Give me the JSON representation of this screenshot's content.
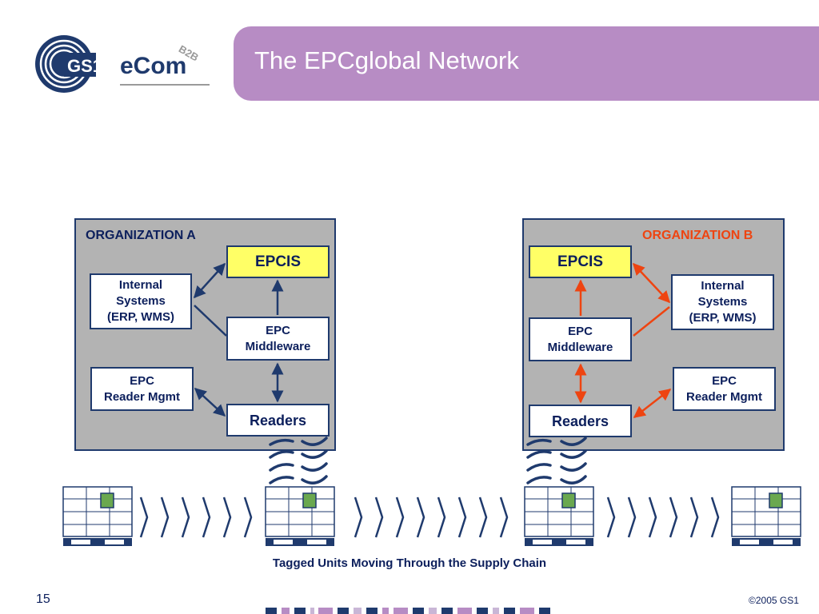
{
  "header": {
    "logo_gs1": "GS1",
    "logo_ecom": "eCom",
    "logo_b2b": "B2B",
    "title": "The EPCglobal Network"
  },
  "org_a": {
    "label": "ORGANIZATION A",
    "epcis": "EPCIS",
    "internal_systems": "Internal\nSystems\n(ERP, WMS)",
    "middleware": "EPC\nMiddleware",
    "reader_mgmt": "EPC\nReader Mgmt",
    "readers": "Readers"
  },
  "org_b": {
    "label": "ORGANIZATION B",
    "epcis": "EPCIS",
    "internal_systems": "Internal\nSystems\n(ERP, WMS)",
    "middleware": "EPC\nMiddleware",
    "reader_mgmt": "EPC\nReader Mgmt",
    "readers": "Readers"
  },
  "caption": "Tagged Units Moving Through the Supply Chain",
  "footer": {
    "page_number": "15",
    "copyright": "©2005 GS1"
  },
  "colors": {
    "navy": "#1f3a6d",
    "text_navy": "#0c1f5c",
    "accent_red": "#ee4411",
    "title_purple": "#b78cc4",
    "epcis_yellow": "#ffff66",
    "panel_gray": "#b3b3b3"
  }
}
